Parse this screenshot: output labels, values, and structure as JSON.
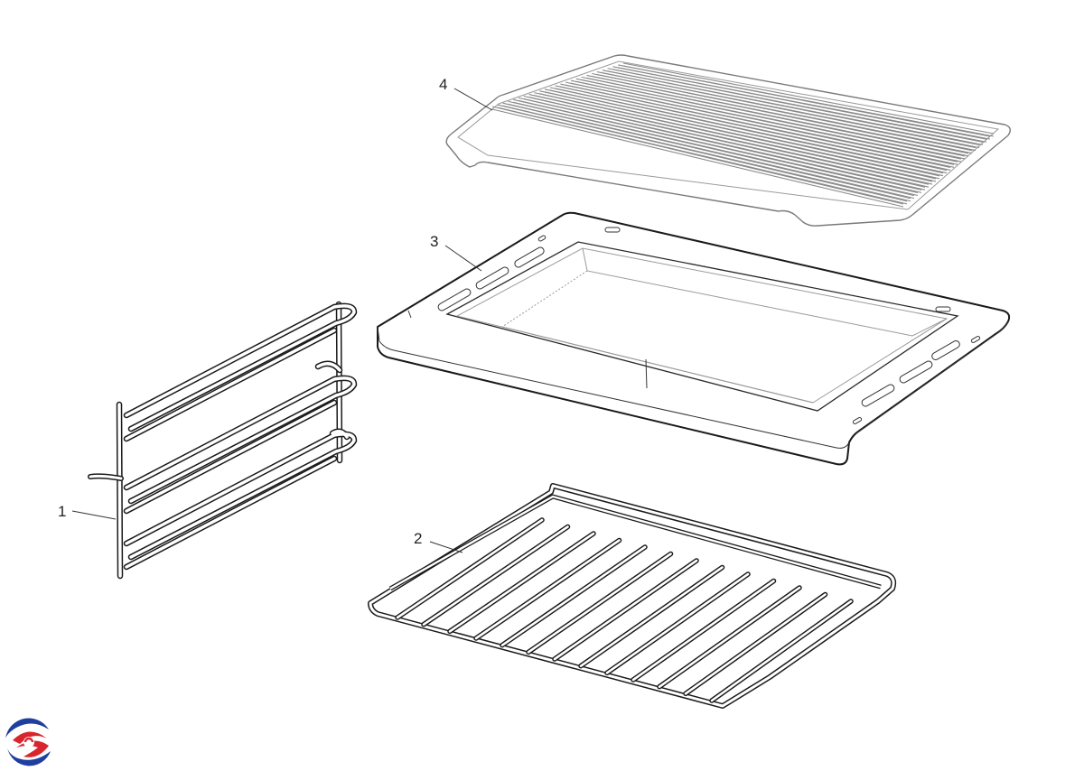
{
  "callouts": [
    {
      "id": "1",
      "label": "1"
    },
    {
      "id": "2",
      "label": "2"
    },
    {
      "id": "3",
      "label": "3"
    },
    {
      "id": "4",
      "label": "4"
    }
  ],
  "parts": [
    {
      "callout": "1",
      "kind": "side-runner-rack"
    },
    {
      "callout": "2",
      "kind": "wire-shelf"
    },
    {
      "callout": "3",
      "kind": "baking-tray"
    },
    {
      "callout": "4",
      "kind": "grill-grid"
    }
  ],
  "logo": {
    "icon": "brand-swirl-logo",
    "colors": [
      "#1f3f9e",
      "#d8262c"
    ]
  },
  "colors": {
    "line": "#1a1a1a",
    "background": "#ffffff"
  }
}
